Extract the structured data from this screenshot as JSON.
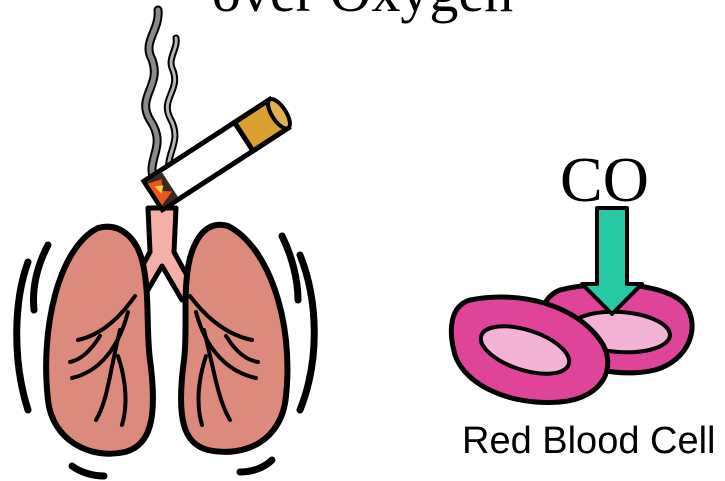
{
  "slide": {
    "title_fragment": "over Oxygen",
    "co_label": "CO",
    "rbc_caption": "Red Blood Cell"
  },
  "colors": {
    "lung_fill": "#dc8a7c",
    "lung_outline": "#000000",
    "trachea_fill": "#f4b0a6",
    "cigarette_paper": "#ffffff",
    "cigarette_filter": "#d9a030",
    "ember": "#e8581a",
    "smoke": "#555555",
    "rbc_fill": "#e0449a",
    "rbc_center": "#f2b3d6",
    "arrow_fill": "#26c9a4"
  },
  "icons": {
    "lungs": "lungs-illustration",
    "cigarette": "cigarette-illustration",
    "rbc": "red-blood-cell-illustration",
    "arrow": "arrow-down-icon"
  }
}
